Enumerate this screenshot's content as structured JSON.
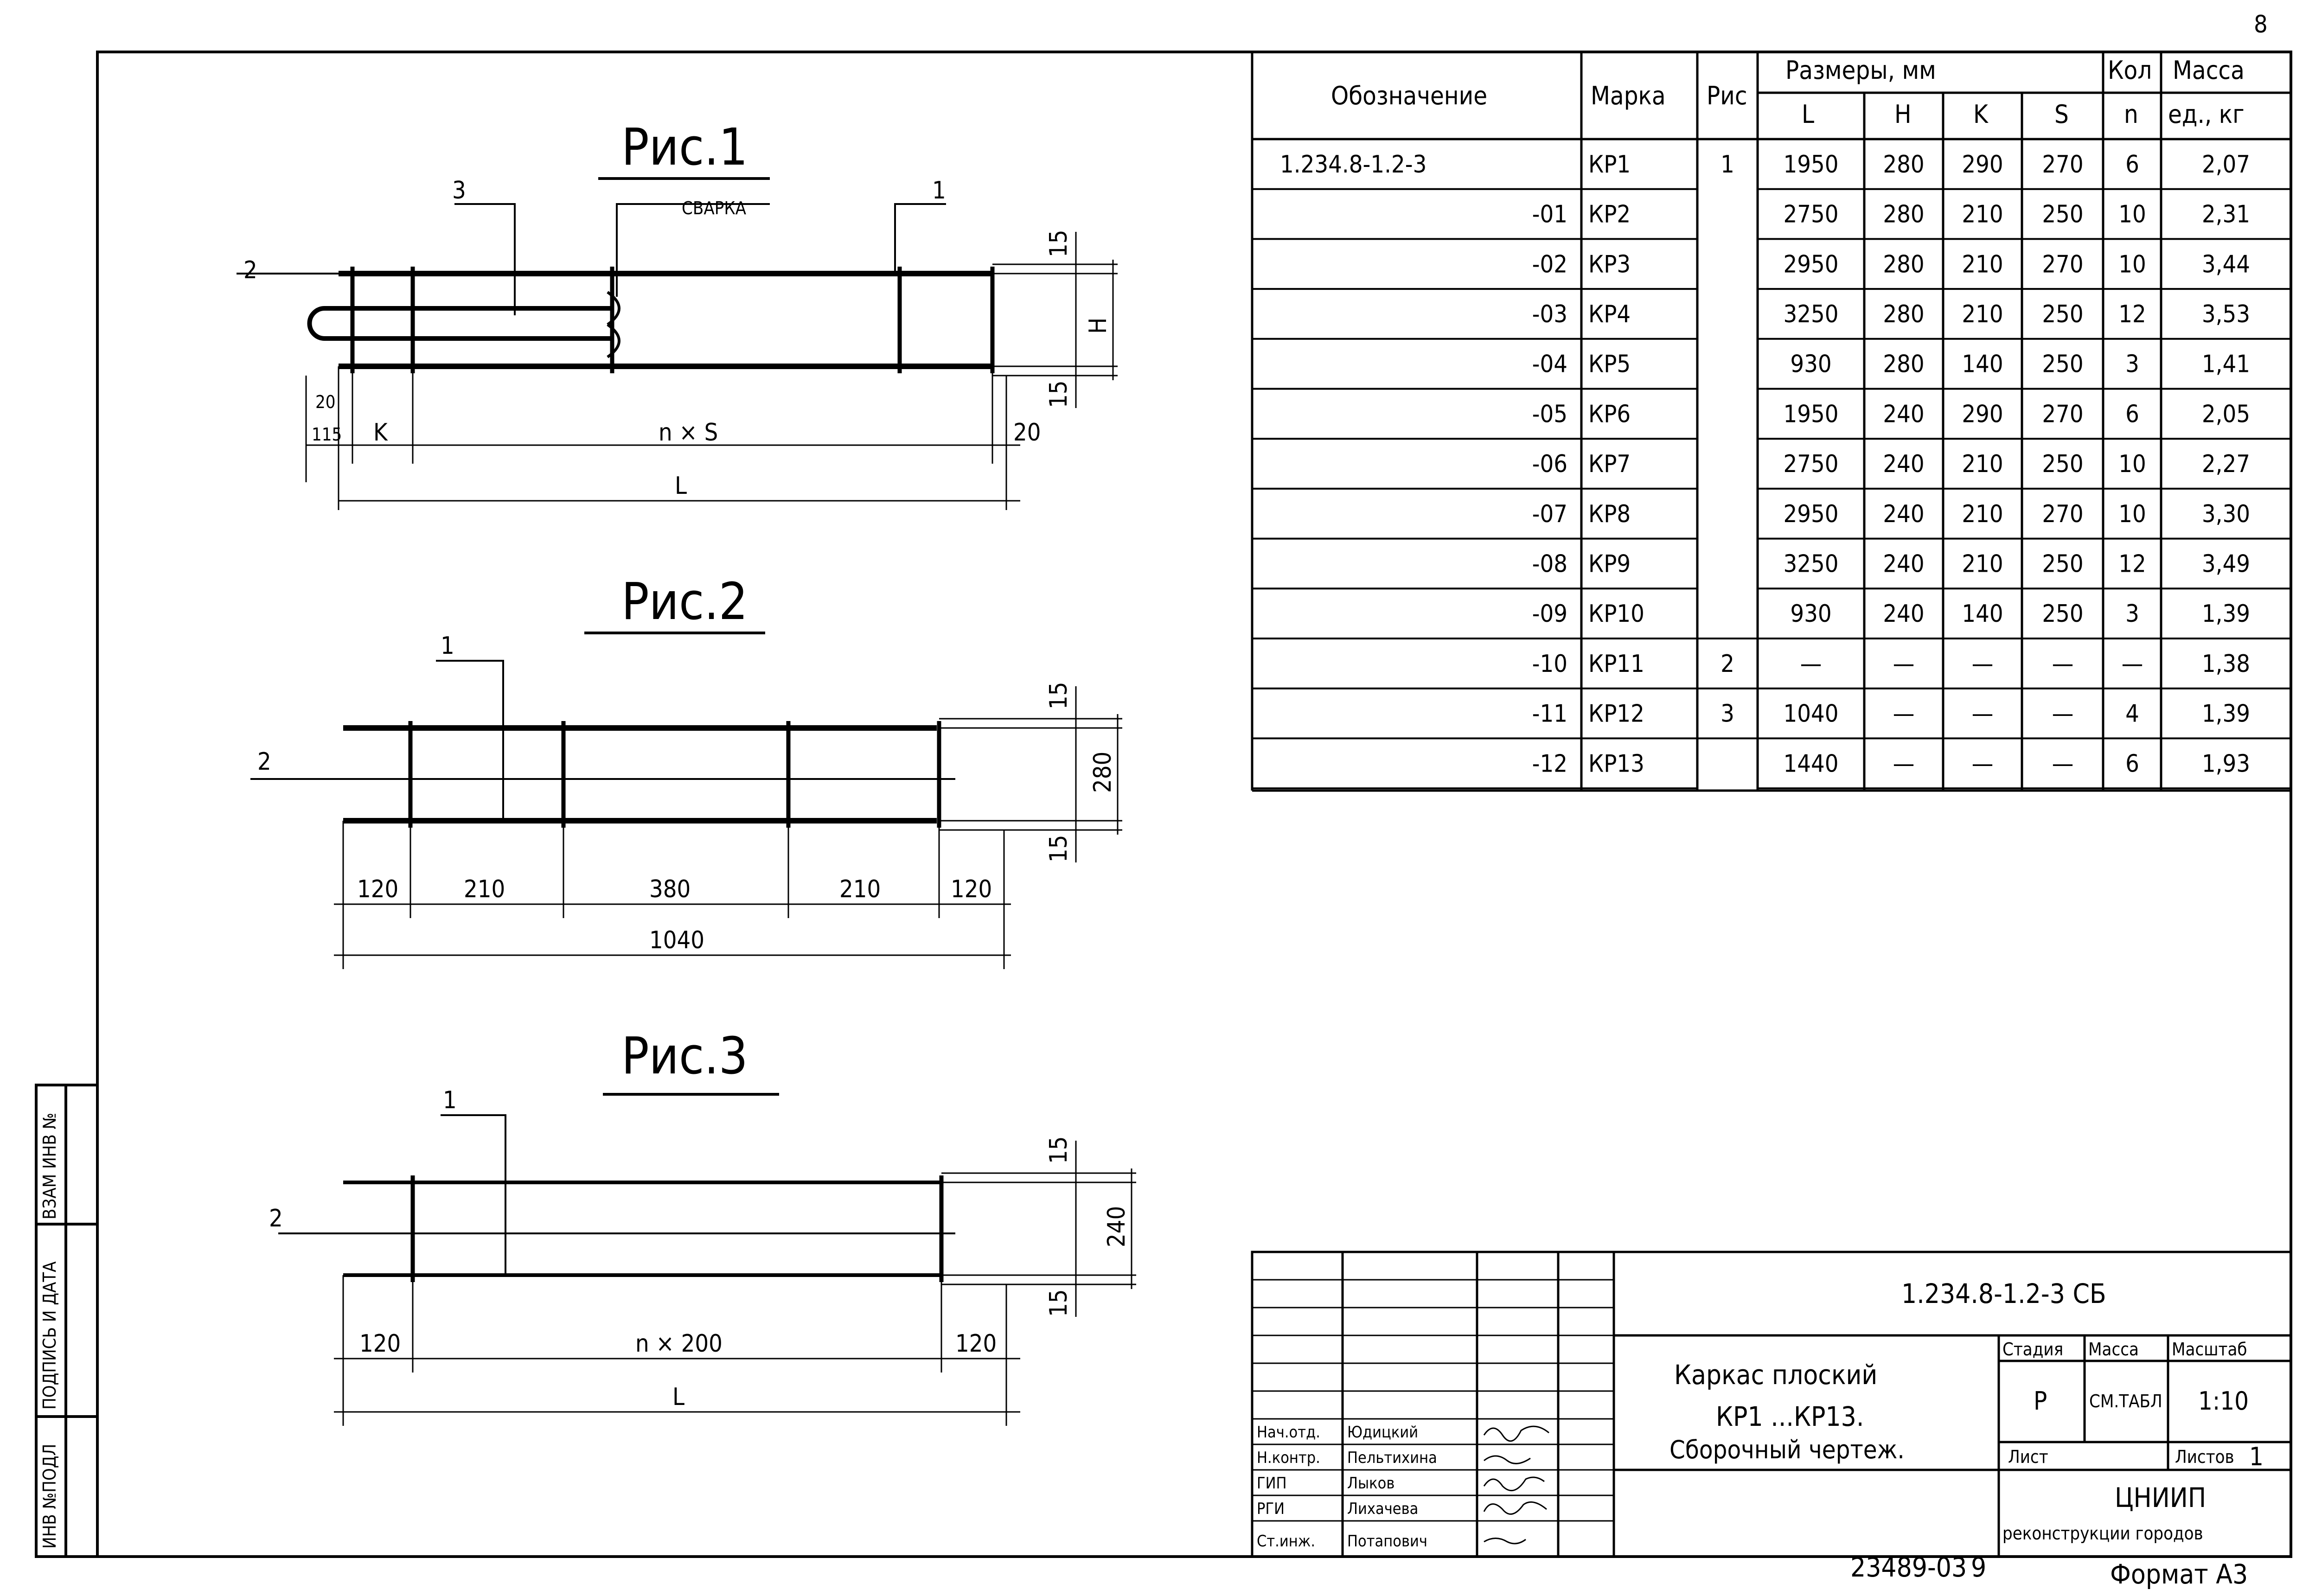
{
  "page_number": "8",
  "side_stamp": [
    "ИНВ №ПОДЛ",
    "ПОДПИСЬ И ДАТА",
    "ВЗАМ ИНВ №"
  ],
  "figures": [
    {
      "title": "Рис.1",
      "callouts": [
        "1",
        "2",
        "3"
      ],
      "weld_label": "СВАРКА",
      "dims": {
        "top_off": "15",
        "bottom_off": "15",
        "height": "H",
        "left_a": "20",
        "left_b": "115",
        "k": "K",
        "span": "n × S",
        "right": "20",
        "total": "L"
      }
    },
    {
      "title": "Рис.2",
      "callouts": [
        "1",
        "2"
      ],
      "dims": {
        "top_off": "15",
        "bottom_off": "15",
        "height": "280",
        "segments": [
          "120",
          "210",
          "380",
          "210",
          "120"
        ],
        "total": "1040"
      }
    },
    {
      "title": "Рис.3",
      "callouts": [
        "1",
        "2"
      ],
      "dims": {
        "top_off": "15",
        "bottom_off": "15",
        "height": "240",
        "segments": [
          "120",
          "n × 200",
          "120"
        ],
        "total": "L"
      }
    }
  ],
  "spec_table": {
    "headers": {
      "designation": "Обозначение",
      "mark": "Марка",
      "fig": "Рис",
      "sizes": "Размеры, мм",
      "L": "L",
      "H": "H",
      "K": "K",
      "S": "S",
      "qty": "Кол",
      "n": "n",
      "mass": "Масса",
      "mass_unit": "ед., кг"
    },
    "rows": [
      {
        "designation": "1.234.8-1.2-3",
        "mark": "КР1",
        "fig": "1",
        "L": "1950",
        "H": "280",
        "K": "290",
        "S": "270",
        "n": "6",
        "mass": "2,07"
      },
      {
        "designation": "-01",
        "mark": "КР2",
        "fig": "",
        "L": "2750",
        "H": "280",
        "K": "210",
        "S": "250",
        "n": "10",
        "mass": "2,31"
      },
      {
        "designation": "-02",
        "mark": "КР3",
        "fig": "",
        "L": "2950",
        "H": "280",
        "K": "210",
        "S": "270",
        "n": "10",
        "mass": "3,44"
      },
      {
        "designation": "-03",
        "mark": "КР4",
        "fig": "",
        "L": "3250",
        "H": "280",
        "K": "210",
        "S": "250",
        "n": "12",
        "mass": "3,53"
      },
      {
        "designation": "-04",
        "mark": "КР5",
        "fig": "",
        "L": "930",
        "H": "280",
        "K": "140",
        "S": "250",
        "n": "3",
        "mass": "1,41"
      },
      {
        "designation": "-05",
        "mark": "КР6",
        "fig": "",
        "L": "1950",
        "H": "240",
        "K": "290",
        "S": "270",
        "n": "6",
        "mass": "2,05"
      },
      {
        "designation": "-06",
        "mark": "КР7",
        "fig": "",
        "L": "2750",
        "H": "240",
        "K": "210",
        "S": "250",
        "n": "10",
        "mass": "2,27"
      },
      {
        "designation": "-07",
        "mark": "КР8",
        "fig": "",
        "L": "2950",
        "H": "240",
        "K": "210",
        "S": "270",
        "n": "10",
        "mass": "3,30"
      },
      {
        "designation": "-08",
        "mark": "КР9",
        "fig": "",
        "L": "3250",
        "H": "240",
        "K": "210",
        "S": "250",
        "n": "12",
        "mass": "3,49"
      },
      {
        "designation": "-09",
        "mark": "КР10",
        "fig": "",
        "L": "930",
        "H": "240",
        "K": "140",
        "S": "250",
        "n": "3",
        "mass": "1,39"
      },
      {
        "designation": "-10",
        "mark": "КР11",
        "fig": "2",
        "L": "—",
        "H": "—",
        "K": "—",
        "S": "—",
        "n": "—",
        "mass": "1,38"
      },
      {
        "designation": "-11",
        "mark": "КР12",
        "fig": "3",
        "L": "1040",
        "H": "—",
        "K": "—",
        "S": "—",
        "n": "4",
        "mass": "1,39"
      },
      {
        "designation": "-12",
        "mark": "КР13",
        "fig": "",
        "L": "1440",
        "H": "—",
        "K": "—",
        "S": "—",
        "n": "6",
        "mass": "1,93"
      }
    ]
  },
  "title_block": {
    "doc_code": "1.234.8-1.2-3 СБ",
    "title_line1": "Каркас плоский",
    "title_line2": "КР1 ...КР13.",
    "title_line3": "Сборочный чертеж.",
    "stage_label": "Стадия",
    "mass_label": "Масса",
    "scale_label": "Масштаб",
    "stage": "Р",
    "mass": "СМ.ТАБЛ",
    "scale": "1:10",
    "sheet_label": "Лист",
    "sheets_label": "Листов",
    "sheets": "1",
    "org_line1": "ЦНИИП",
    "org_line2": "реконструкции городов",
    "staff": [
      {
        "role": "Нач.отд.",
        "name": "Юдицкий"
      },
      {
        "role": "Н.контр.",
        "name": "Пельтихина"
      },
      {
        "role": "ГИП",
        "name": "Лыков"
      },
      {
        "role": "РГИ",
        "name": "Лихачева"
      },
      {
        "role": "Ст.инж.",
        "name": "Потапович"
      }
    ]
  },
  "footer_number": "23489-03",
  "footer_sheet": "9",
  "format": "Формат А3"
}
